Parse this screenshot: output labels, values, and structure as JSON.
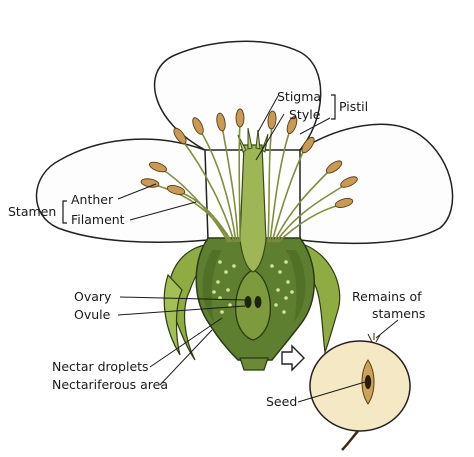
{
  "labels": {
    "stigma": "Stigma",
    "style": "Style",
    "pistil": "Pistil",
    "stamen": "Stamen",
    "anther": "Anther",
    "filament": "Filament",
    "ovary": "Ovary",
    "ovule": "Ovule",
    "nectar_droplets": "Nectar droplets",
    "nectariferous_area": "Nectariferous area",
    "remains_line1": "Remains of",
    "remains_line2": "stamens",
    "seed": "Seed"
  },
  "colors": {
    "petal": "#fdfdfd",
    "outline": "#222222",
    "green_dark": "#5b7a2e",
    "green_light": "#9db653",
    "anther": "#c99a55",
    "fruit": "#f4e9c4"
  }
}
